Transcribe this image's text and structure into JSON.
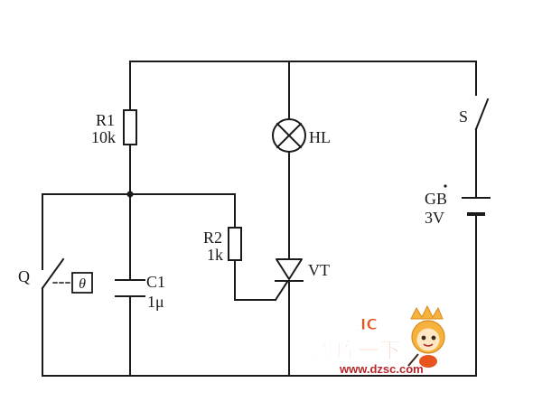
{
  "diagram": {
    "labels": {
      "r1_name": "R1",
      "r1_value": "10k",
      "hl": "HL",
      "s": "S",
      "gb_name": "GB",
      "gb_value": "3V",
      "r2_name": "R2",
      "r2_value": "1k",
      "vt": "VT",
      "q": "Q",
      "theta": "θ",
      "c1_name": "C1",
      "c1_value": "1μ"
    }
  },
  "watermark": {
    "top_text": "找IC片",
    "cn_text": "维库一下",
    "url": "www.dzsc.com",
    "colors": {
      "primary": "#e8541e",
      "url": "#b5262a",
      "mascot": "#f6b23c",
      "mascot_face": "#ffe7c4"
    }
  }
}
